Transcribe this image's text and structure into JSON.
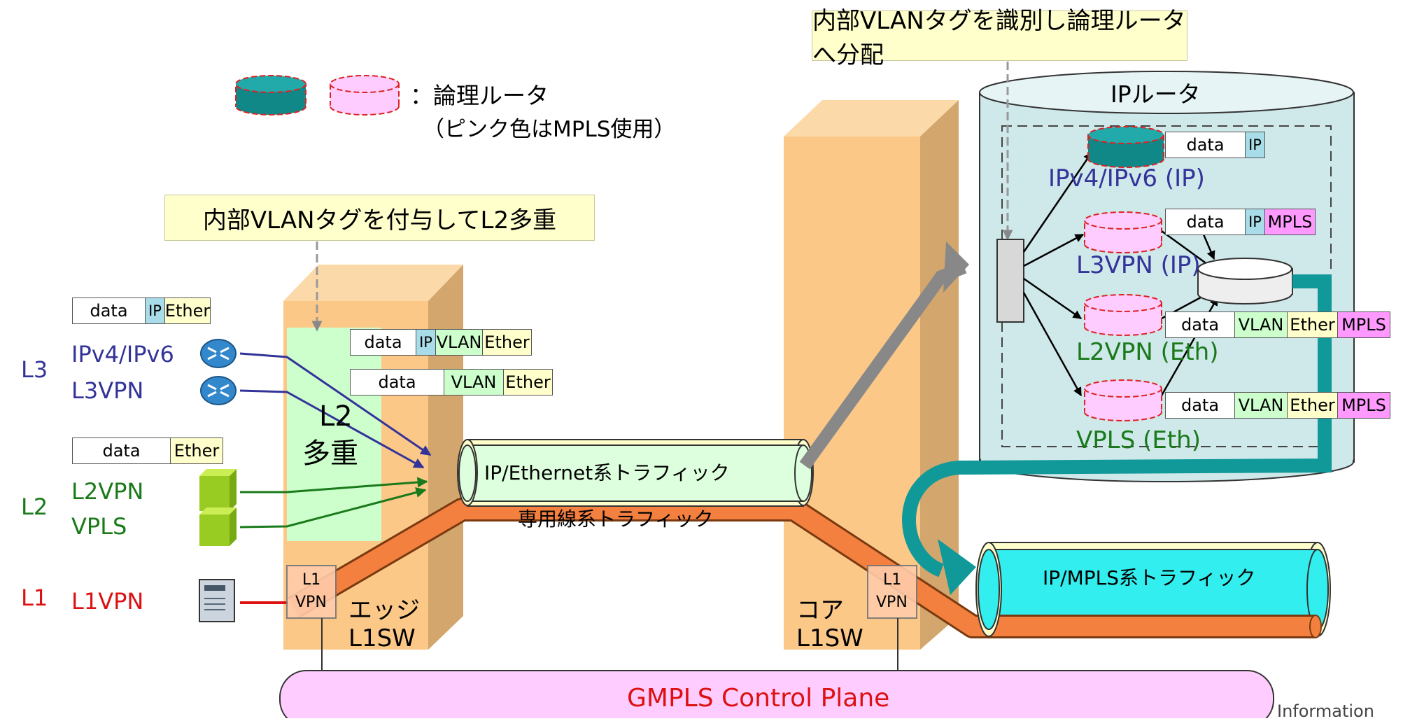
{
  "callouts": {
    "top_right": "内部VLANタグを識別し論理ルータへ分配",
    "left": "内部VLANタグを付与してL2多重"
  },
  "legend": {
    "label": "：論理ルータ",
    "note": "（ピンク色はMPLS使用）"
  },
  "router": {
    "title": "IPルータ",
    "logical_routers": [
      "IPv4/IPv6 (IP)",
      "L3VPN (IP)",
      "L2VPN (Eth)",
      "VPLS (Eth)"
    ]
  },
  "layers": {
    "l3": {
      "tag": "L3",
      "services": [
        "IPv4/IPv6",
        "L3VPN"
      ]
    },
    "l2": {
      "tag": "L2",
      "services": [
        "L2VPN",
        "VPLS"
      ]
    },
    "l1": {
      "tag": "L1",
      "services": [
        "L1VPN"
      ]
    }
  },
  "switches": {
    "edge_label_1": "エッジ",
    "edge_label_2": "L1SW",
    "core_label_1": "コア",
    "core_label_2": "L1SW",
    "l1vpn_1": "L1",
    "l1vpn_2": "VPN",
    "l2_mux_1": "L2",
    "l2_mux_2": "多重"
  },
  "traffic": {
    "ip_ethernet": "IP/Ethernet系トラフィック",
    "leased_line": "専用線系トラフィック",
    "ip_mpls": "IP/MPLS系トラフィック"
  },
  "control_plane": "GMPLS Control Plane",
  "packets": {
    "l3_in": [
      "data",
      "IP",
      "Ether"
    ],
    "l2_in": [
      "data",
      "Ether"
    ],
    "l3_vlan": [
      "data",
      "IP",
      "VLAN",
      "Ether"
    ],
    "l3vpn_vlan": [
      "data",
      "VLAN",
      "Ether"
    ],
    "r_ipv4": [
      "data",
      "IP"
    ],
    "r_l3vpn": [
      "data",
      "IP",
      "MPLS"
    ],
    "r_l2vpn": [
      "data",
      "VLAN",
      "Ether",
      "MPLS"
    ],
    "r_vpls": [
      "data",
      "VLAN",
      "Ether",
      "MPLS"
    ]
  },
  "footer": "Information"
}
